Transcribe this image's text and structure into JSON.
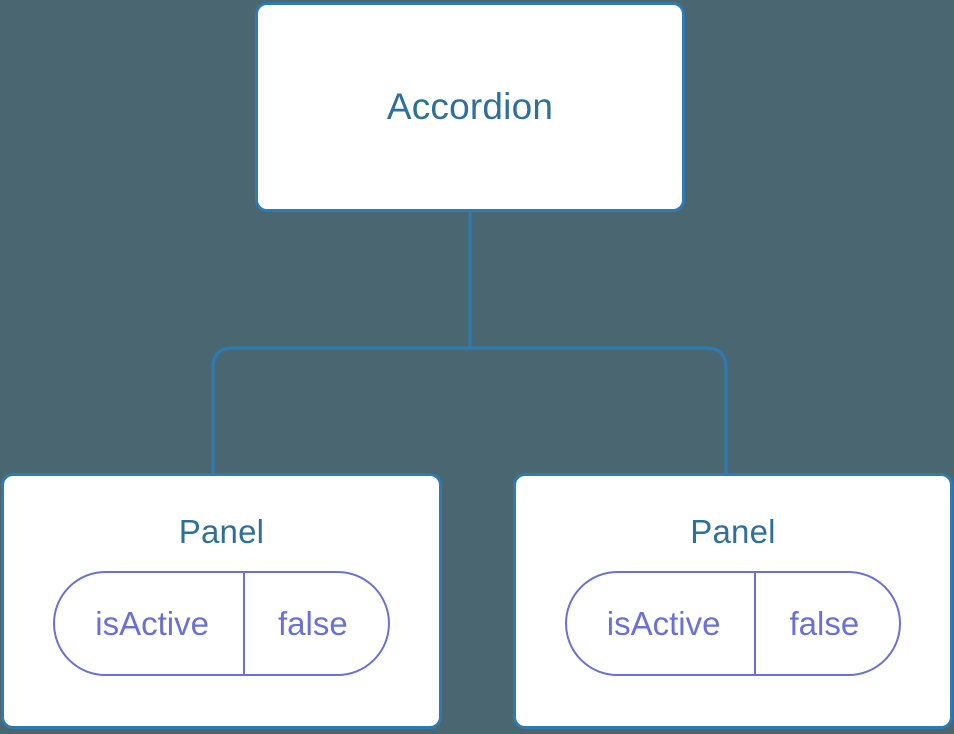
{
  "diagram": {
    "type": "component-tree",
    "background_color": "#4a6671",
    "node_border_color": "#2f7aae",
    "node_fill_color": "#ffffff",
    "node_title_color": "#2e7099",
    "connector_color": "#2f7aae",
    "prop_accent_color": "#6a70d6",
    "root": {
      "title": "Accordion"
    },
    "children": [
      {
        "title": "Panel",
        "props": [
          {
            "key": "isActive",
            "value": "false"
          }
        ]
      },
      {
        "title": "Panel",
        "props": [
          {
            "key": "isActive",
            "value": "false"
          }
        ]
      }
    ]
  }
}
